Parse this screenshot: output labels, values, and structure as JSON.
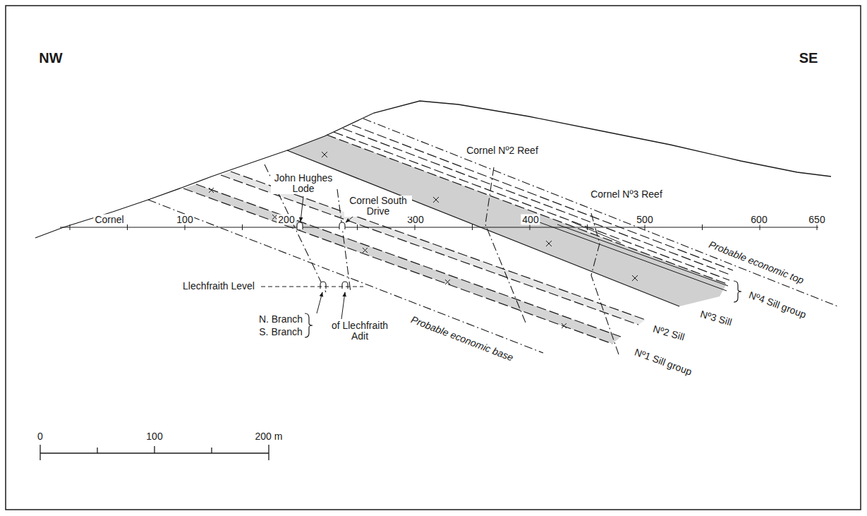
{
  "diagram": {
    "labels": [
      "NW",
      "SE",
      "Cornel",
      "100",
      "200",
      "300",
      "400",
      "500",
      "600",
      "650",
      "Cornel Nº2 Reef",
      "Cornel Nº3 Reef",
      "John Hughes Lode",
      "Cornel South Drive",
      "Llechfraith Level",
      "N. Branch",
      "S. Branch",
      "of Llechfraith Adit",
      "Probable economic top",
      "Probable economic base",
      "Nº4 Sill group",
      "Nº3 Sill",
      "Nº2 Sill",
      "Nº1 Sill group",
      "0",
      "100",
      "200 m"
    ]
  }
}
